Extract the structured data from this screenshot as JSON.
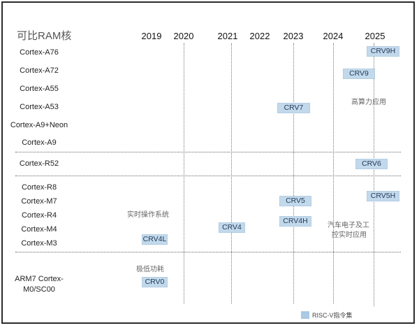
{
  "title": "可比RAM核",
  "years": [
    "2019",
    "2020",
    "2021",
    "2022",
    "2023",
    "2024",
    "2025"
  ],
  "rows": [
    "Cortex-A76",
    "Cortex-A72",
    "Cortex-A55",
    "Cortex-A53",
    "Cortex-A9+Neon",
    "Cortex-A9",
    "Cortex-R52",
    "Cortex-R8",
    "Cortex-M7",
    "Cortex-R4",
    "Cortex-M4",
    "Cortex-M3",
    "ARM7 Cortex-",
    "M0/SC00"
  ],
  "products": [
    {
      "label": "CRV9H",
      "year": "2025",
      "row": "Cortex-A76"
    },
    {
      "label": "CRV9",
      "year": "2024-2025",
      "row": "Cortex-A72"
    },
    {
      "label": "CRV7",
      "year": "2023",
      "row": "Cortex-A53"
    },
    {
      "label": "CRV6",
      "year": "2025",
      "row": "Cortex-R52"
    },
    {
      "label": "CRV5H",
      "year": "2025",
      "row": "Cortex-M7"
    },
    {
      "label": "CRV5",
      "year": "2023",
      "row": "Cortex-M7"
    },
    {
      "label": "CRV4H",
      "year": "2023",
      "row": "Cortex-M4"
    },
    {
      "label": "CRV4",
      "year": "2021",
      "row": "Cortex-M4"
    },
    {
      "label": "CRV4L",
      "year": "2019",
      "row": "Cortex-M3"
    },
    {
      "label": "CRV0",
      "year": "2019",
      "row": "ARM7 Cortex-M0/SC00"
    }
  ],
  "notes": {
    "high_compute": "高算力应用",
    "rtos": "实时操作系统",
    "auto_line1": "汽车电子及工",
    "auto_line2": "控实时应用",
    "low_power": "极低功耗"
  },
  "legend": {
    "label": "RISC-V指令集",
    "color": "#a9c9e4"
  }
}
